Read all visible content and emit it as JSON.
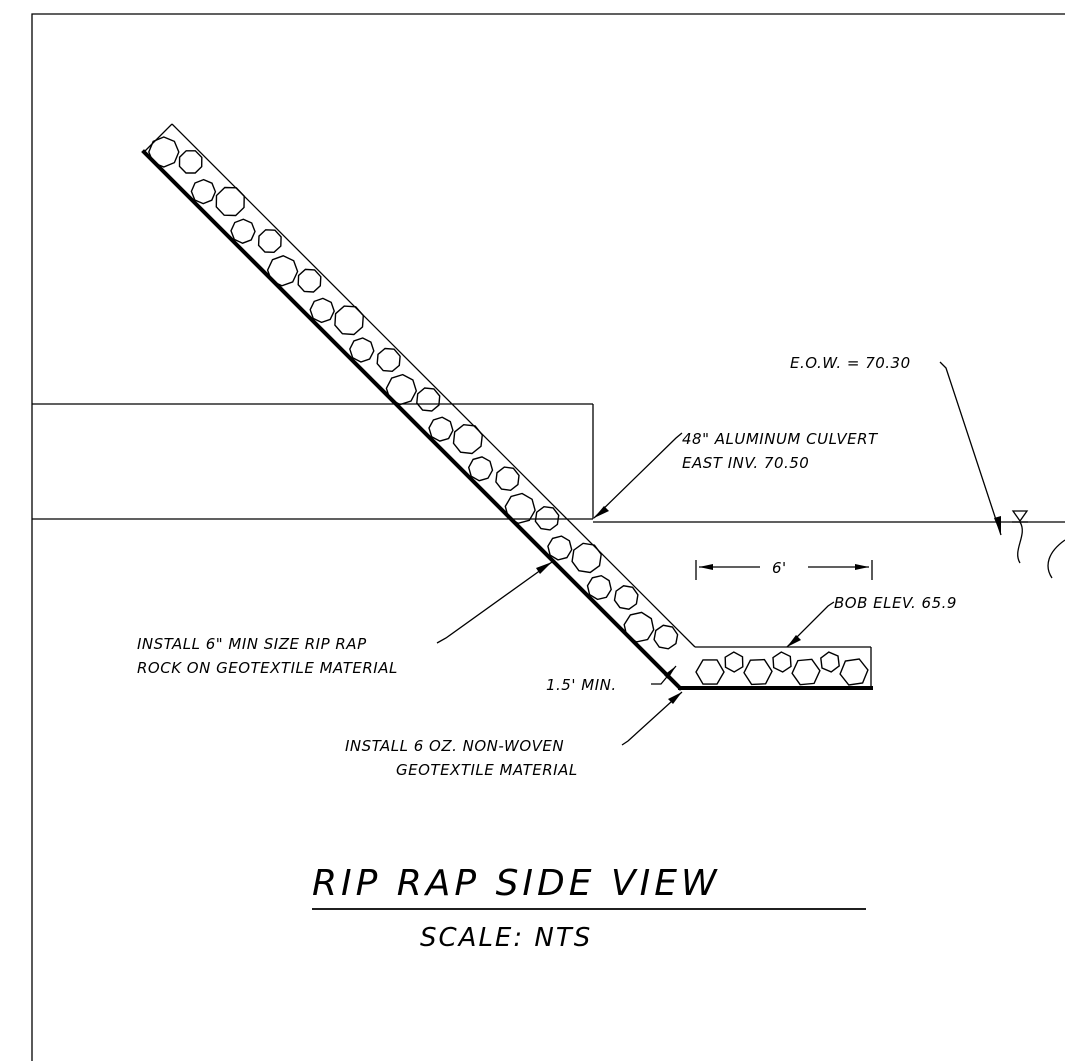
{
  "labels": {
    "eow": "E.O.W. = 70.30",
    "culvert_line1": "48\" ALUMINUM CULVERT",
    "culvert_line2": "EAST INV. 70.50",
    "width_dim": "6'",
    "bob": "BOB ELEV. 65.9",
    "riprap_line1": "INSTALL 6\" MIN SIZE RIP RAP",
    "riprap_line2": "ROCK ON GEOTEXTILE MATERIAL",
    "min_thickness": "1.5' MIN.",
    "geo_line1": "INSTALL 6 OZ. NON-WOVEN",
    "geo_line2": "GEOTEXTILE MATERIAL"
  },
  "title": {
    "main": "RIP RAP SIDE VIEW",
    "scale": "SCALE: NTS"
  }
}
